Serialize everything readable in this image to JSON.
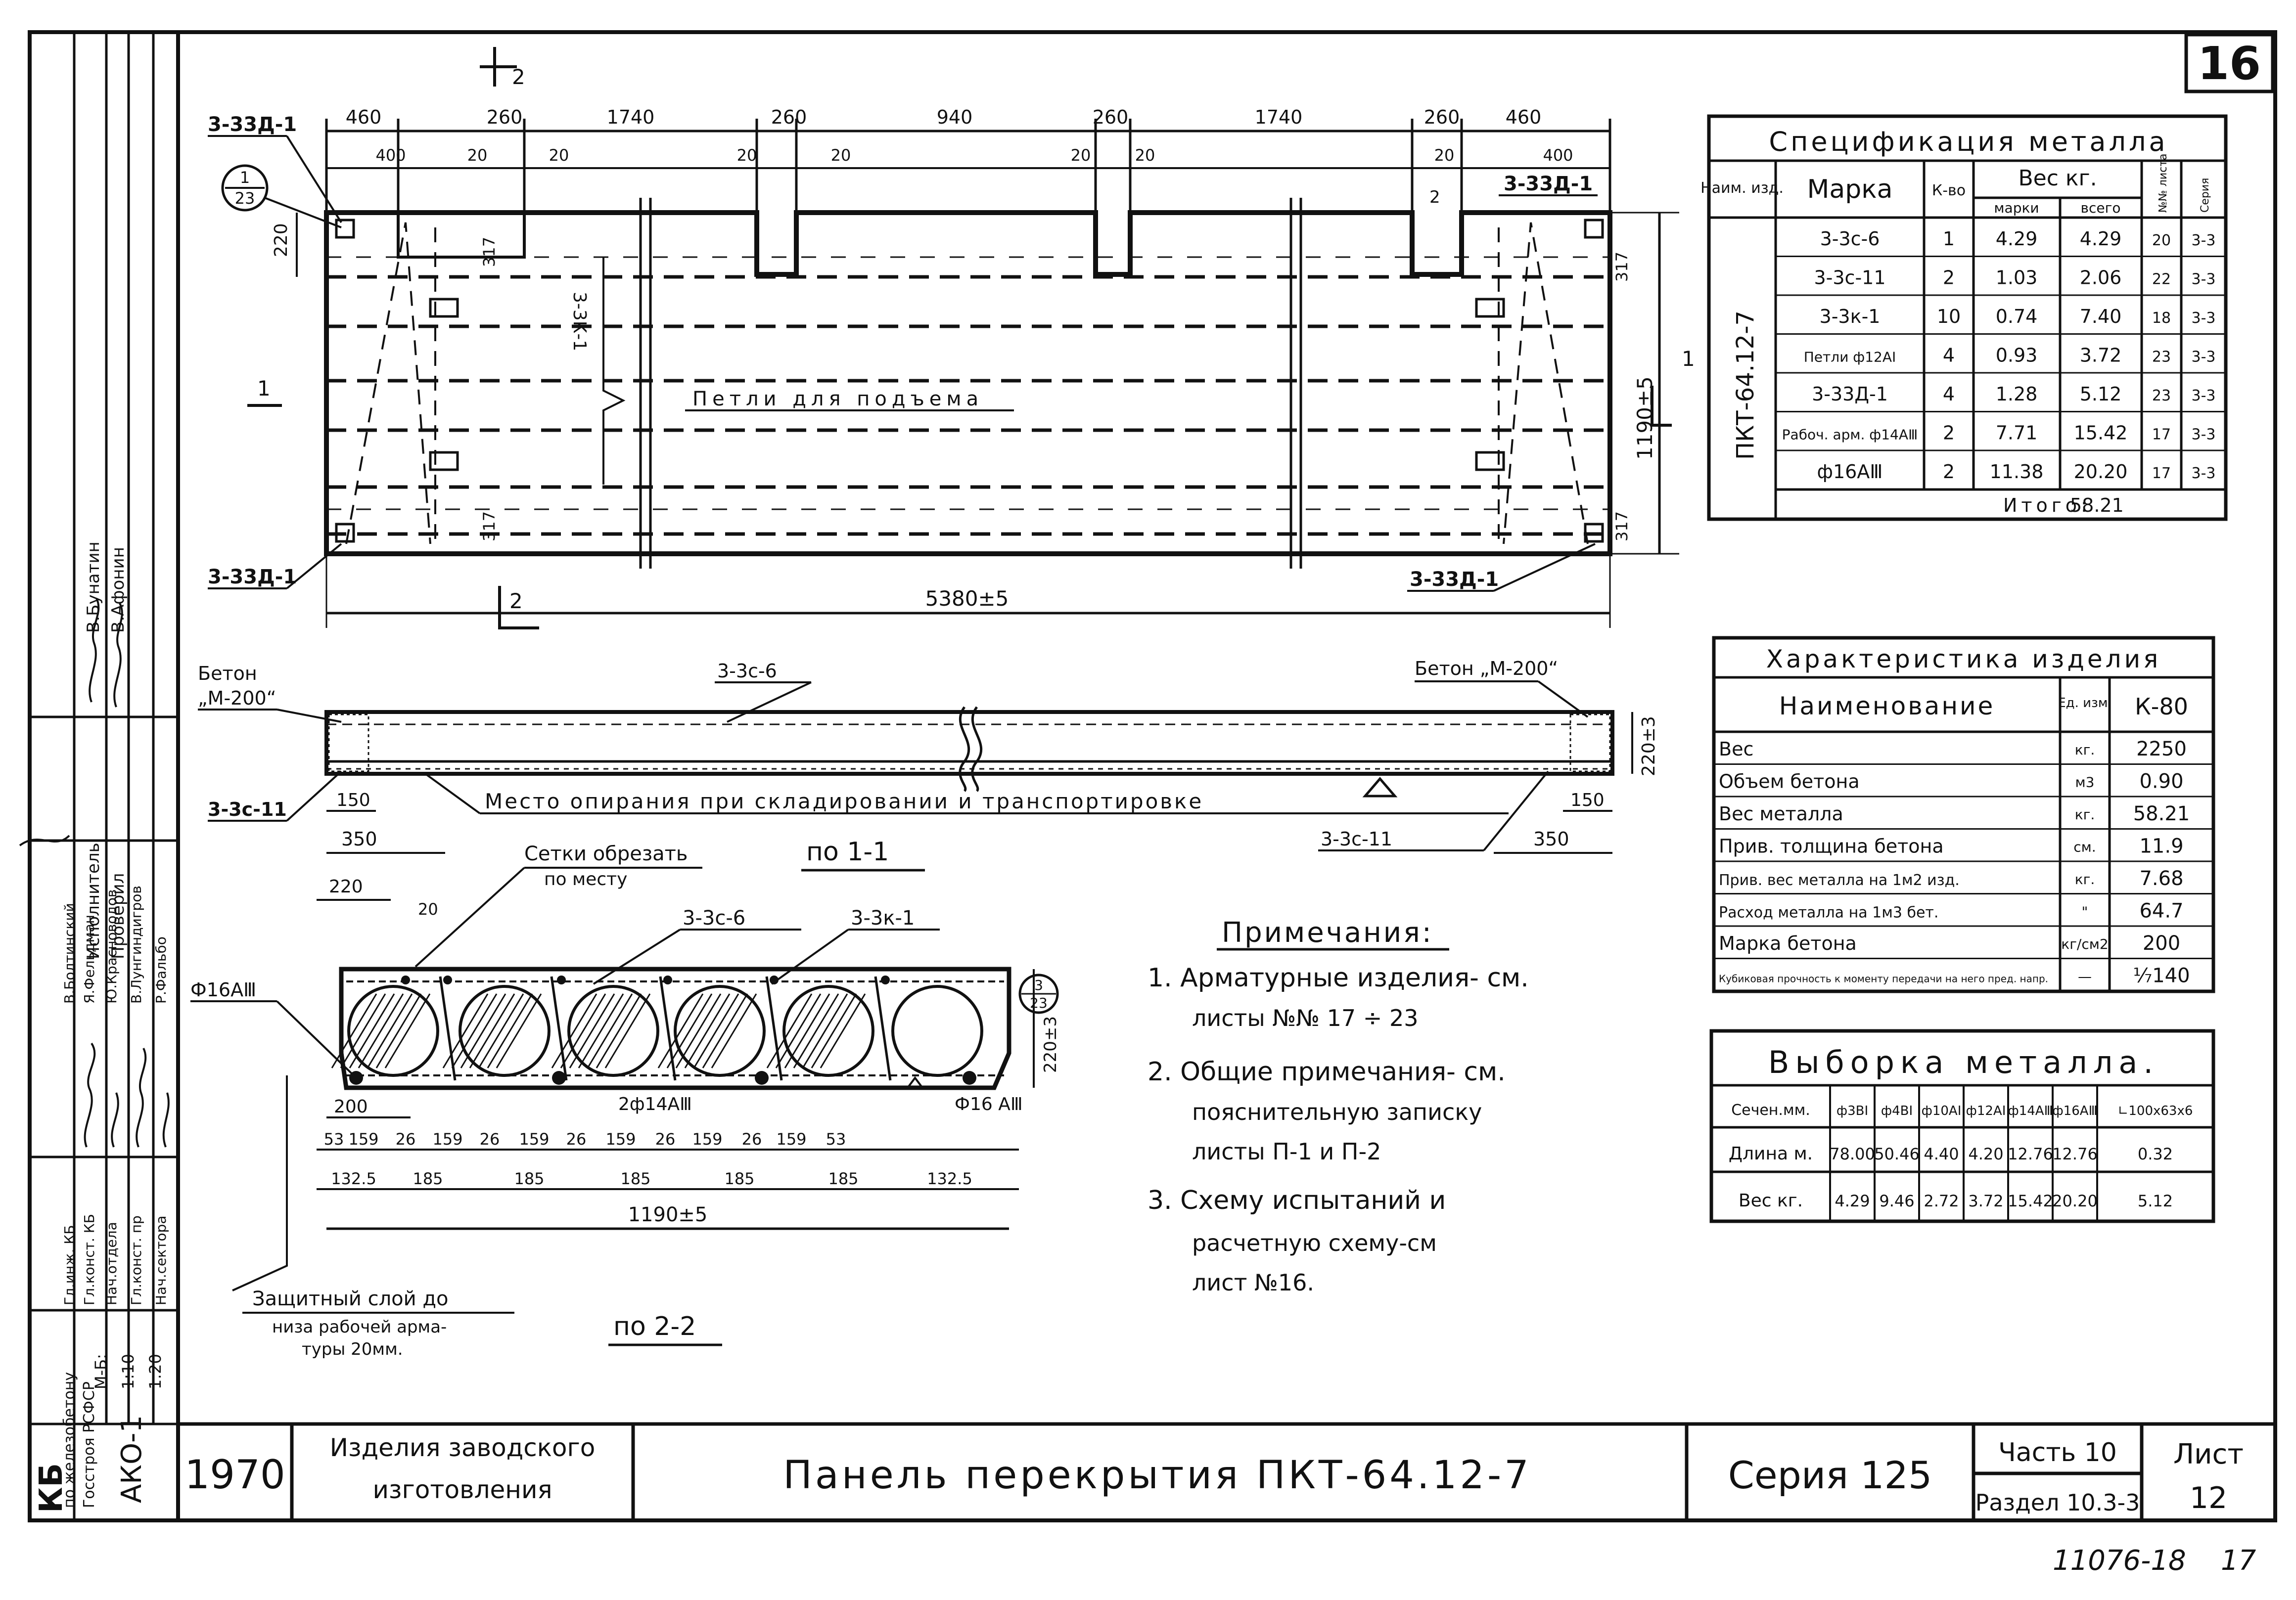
{
  "sheet": {
    "corner_number": "16",
    "footer_code": "11076-18",
    "footer_page": "17"
  },
  "title_block": {
    "year": "1970",
    "category": [
      "Изделия заводского",
      "изготовления"
    ],
    "title": "Панель перекрытия ПКТ-64.12-7",
    "series": "Серия 125",
    "part": "Часть 10",
    "section": "Раздел 10.3-3",
    "sheet_label": "Лист",
    "sheet_no": "12"
  },
  "left_stamp": {
    "org": "КБ",
    "org_full": [
      "по железобетону",
      "Госстроя РСФСР"
    ],
    "code": "АКО-1",
    "scales": [
      "М-Б:",
      "1:10",
      "1:20"
    ],
    "roles": [
      "Гл.инж. КБ",
      "Гл.конст. КБ",
      "Нач.отдела",
      "Гл.конст. пр",
      "Нач.сектора"
    ],
    "names": [
      "В.Болтинский",
      "Я.Фельдман",
      "Ю.Красноводов",
      "В.Лунгиндигров",
      "Р.Фальбо"
    ],
    "roles2": [
      "Исполнитель",
      "Проверил"
    ],
    "names2": [
      "В.Бунатин",
      "В.Афонин"
    ]
  },
  "plan": {
    "top_dims": [
      "460",
      "260",
      "1740",
      "260",
      "940",
      "260",
      "1740",
      "260",
      "460"
    ],
    "sub_dims": [
      "400",
      "20",
      "20",
      "20",
      "20",
      "20",
      "20",
      "20",
      "400"
    ],
    "cut_top": "2",
    "cut_side": "1",
    "label_loop": "Петли для подъема",
    "detail_ref": [
      "1",
      "23"
    ],
    "marks": [
      "3-33Д-1",
      "3-33Д-1",
      "3-33Д-1",
      "3-33Д-1"
    ],
    "mark_3k": "3-3К-1",
    "mark_loop2": "2",
    "dim_220": "220",
    "dim_317": [
      "317",
      "317",
      "317",
      "317"
    ],
    "length": "5380±5",
    "width": "1190±5"
  },
  "elevation": {
    "concrete_left": [
      "Бетон",
      "„М-200“"
    ],
    "concrete_right": "Бетон „М-200“",
    "mesh_top": "3-3с-6",
    "mesh_left": "3-3с-11",
    "mesh_right": "3-3с-11",
    "support_text": "Место опирания при складировании и транспортировке",
    "dims": [
      "150",
      "350",
      "150",
      "350"
    ],
    "height": "220±3",
    "section_label": "по 1-1"
  },
  "section": {
    "cut_note": [
      "Сетки обрезать",
      "по месту"
    ],
    "mark_6": "3-3с-6",
    "mark_k": "3-3к-1",
    "rebar_left": "Ф16АⅢ",
    "rebar_bottom": "2ф14АⅢ",
    "rebar_right": "Ф16 АⅢ",
    "dim_220": "220",
    "dim_20": "20",
    "dim_200": "200",
    "height": "220±3",
    "detail_ref": [
      "3",
      "23"
    ],
    "spacing_row1": [
      "53",
      "159",
      "26",
      "159",
      "26",
      "159",
      "26",
      "159",
      "26",
      "159",
      "26",
      "159",
      "53"
    ],
    "spacing_row2": [
      "132.5",
      "185",
      "185",
      "185",
      "185",
      "185",
      "132.5"
    ],
    "width": "1190±5",
    "cover_note": [
      "Защитный слой до",
      "низа рабочей арма-",
      "туры 20мм."
    ],
    "section_label": "по 2-2"
  },
  "notes": {
    "title": "Примечания:",
    "items": [
      [
        "1. Арматурные изделия- см.",
        "листы №№ 17 ÷ 23"
      ],
      [
        "2. Общие примечания- см.",
        "пояснительную записку",
        "листы П-1 и П-2"
      ],
      [
        "3. Схему испытаний и",
        "расчетную схему-см",
        "лист №16."
      ]
    ]
  },
  "spec_table": {
    "title": "Спецификация металла",
    "headers": [
      "Наим. изд.",
      "Марка",
      "К-во",
      "Вес кг.",
      "№№ листа",
      "Серия"
    ],
    "subheaders": [
      "марки",
      "всего"
    ],
    "product": "ПКТ-64.12-7",
    "rows": [
      [
        "3-3с-6",
        "1",
        "4.29",
        "4.29",
        "20",
        "3-3"
      ],
      [
        "3-3с-11",
        "2",
        "1.03",
        "2.06",
        "22",
        "3-3"
      ],
      [
        "3-3к-1",
        "10",
        "0.74",
        "7.40",
        "18",
        "3-3"
      ],
      [
        "Петли ф12АⅠ",
        "4",
        "0.93",
        "3.72",
        "23",
        "3-3"
      ],
      [
        "3-33Д-1",
        "4",
        "1.28",
        "5.12",
        "23",
        "3-3"
      ],
      [
        "Рабоч. арм. ф14АⅢ",
        "2",
        "7.71",
        "15.42",
        "17",
        "3-3"
      ],
      [
        "ф16АⅢ",
        "2",
        "11.38",
        "20.20",
        "17",
        "3-3"
      ]
    ],
    "total_label": "Итого:",
    "total": "58.21"
  },
  "char_table": {
    "title": "Характеристика изделия",
    "headers": [
      "Наименование",
      "Ед. изм.",
      "К-80"
    ],
    "rows": [
      [
        "Вес",
        "кг.",
        "2250"
      ],
      [
        "Объем бетона",
        "м3",
        "0.90"
      ],
      [
        "Вес металла",
        "кг.",
        "58.21"
      ],
      [
        "Прив. толщина бетона",
        "см.",
        "11.9"
      ],
      [
        "Прив. вес металла на 1м2 изд.",
        "кг.",
        "7.68"
      ],
      [
        "Расход металла на 1м3 бет.",
        "\"",
        "64.7"
      ],
      [
        "Марка бетона",
        "кг/см2",
        "200"
      ],
      [
        "Кубиковая прочность к моменту передачи на него пред. напр.",
        "—",
        "⅐140"
      ]
    ]
  },
  "metal_table": {
    "title": "Выборка металла.",
    "headers": [
      "Сечен.мм.",
      "ф3ВⅠ",
      "ф4ВⅠ",
      "ф10АⅠ",
      "ф12АⅠ",
      "ф14АⅢ",
      "ф16АⅢ",
      "∟100х63х6"
    ],
    "rows": [
      [
        "Длина м.",
        "78.00",
        "50.46",
        "4.40",
        "4.20",
        "12.76",
        "12.76",
        "0.32"
      ],
      [
        "Вес кг.",
        "4.29",
        "9.46",
        "2.72",
        "3.72",
        "15.42",
        "20.20",
        "5.12"
      ]
    ]
  }
}
